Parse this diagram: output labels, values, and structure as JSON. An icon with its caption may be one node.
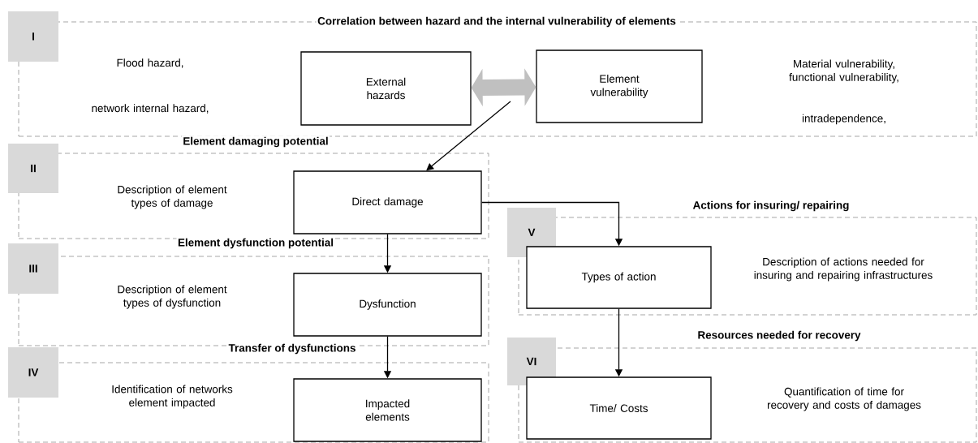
{
  "diagram": {
    "nodes": [
      {
        "text": [
          "Correlation between hazard and the internal vulnerability of elements"
        ]
      },
      {
        "text": [
          "I"
        ]
      },
      {
        "text": [
          "External hazards"
        ],
        "in": 0
      },
      {
        "text": [
          "Element vulnerability"
        ],
        "in": 0
      },
      {
        "text": [
          "Element damaging potential"
        ]
      },
      {
        "text": [
          "II"
        ]
      },
      {
        "text": [
          "Direct damage"
        ],
        "in": 4
      },
      {
        "text": [
          "Element dysfunction potential"
        ]
      },
      {
        "text": [
          "III"
        ]
      },
      {
        "text": [
          "Dysfunction"
        ],
        "in": 7
      },
      {
        "text": [
          "Transfer of dysfunctions"
        ]
      },
      {
        "text": [
          "IV"
        ]
      },
      {
        "text": [
          "Impacted elements"
        ],
        "in": 10
      },
      {
        "text": [
          "Actions for insuring/ repairing"
        ]
      },
      {
        "text": [
          "V"
        ]
      },
      {
        "text": [
          "Types of action"
        ],
        "in": 13
      },
      {
        "text": [
          "Resources needed for recovery"
        ]
      },
      {
        "text": [
          "VI"
        ]
      },
      {
        "text": [
          "Time/ Costs"
        ],
        "in": 16
      }
    ],
    "edges": [
      {
        "from": 2,
        "to": 3,
        "arrow": "both",
        "style": "thick",
        "color": "#c0c0c0"
      },
      {
        "from": null,
        "to": 6,
        "arrow": "to"
      },
      {
        "from": 6,
        "to": 9,
        "arrow": "to"
      },
      {
        "from": 9,
        "to": 12,
        "arrow": "to"
      },
      {
        "from": 6,
        "to": 15,
        "arrow": "to"
      },
      {
        "from": 15,
        "to": 18,
        "arrow": "to"
      }
    ],
    "labels": [
      "Flood hazard,",
      "Material vulnerability, functional vulnerability,",
      "network internal hazard,",
      "intradependence,",
      "Description of element types of damage",
      "Description of actions needed for insuring and repairing infrastructures",
      "Description of element types of dysfunction",
      "Identification of networks element impacted",
      "Quantification of time for recovery and costs of damages"
    ]
  }
}
